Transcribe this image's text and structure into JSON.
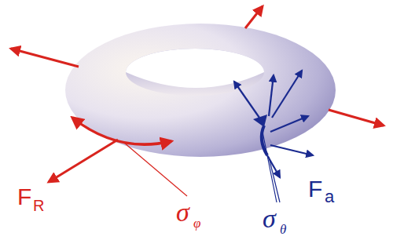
{
  "diagram": {
    "labels": [
      "F",
      "R",
      "σ",
      "φ",
      "σ",
      "θ",
      "F",
      "a"
    ]
  }
}
